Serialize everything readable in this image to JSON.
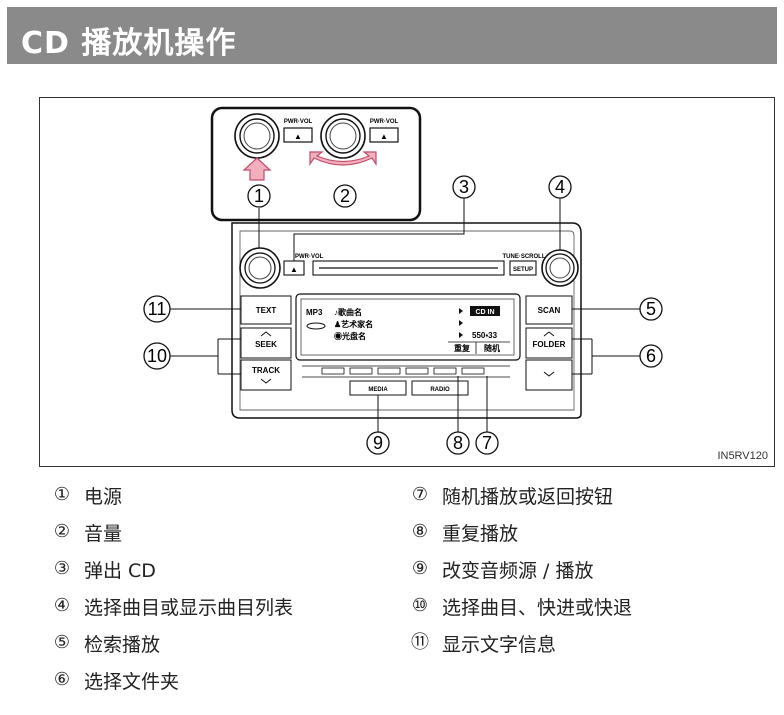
{
  "header": {
    "title": "CD 播放机操作"
  },
  "figure": {
    "id_label": "IN5RV120",
    "callouts": [
      "①",
      "②",
      "③",
      "④",
      "⑤",
      "⑥",
      "⑦",
      "⑧",
      "⑨",
      "⑩",
      "⑪"
    ],
    "inset": {
      "pwr_vol_label": "PWR·VOL",
      "eject_symbol": "▲"
    },
    "panel": {
      "pwr_vol_label": "PWR·VOL",
      "tune_scroll_label": "TUNE·SCROLL",
      "setup_button": "SETUP",
      "text_button": "TEXT",
      "seek_button": "SEEK",
      "track_button": "TRACK",
      "scan_button": "SCAN",
      "folder_button": "FOLDER",
      "media_button": "MEDIA",
      "radio_button": "RADIO",
      "screen": {
        "format": "MP3",
        "song": "♪歌曲名",
        "artist": "♟艺术家名",
        "album": "◉光盘名",
        "cd_in": "CD IN",
        "time": "550▪33",
        "repeat": "重复",
        "random": "随机"
      }
    }
  },
  "legend": [
    {
      "num": "①",
      "text": "电源"
    },
    {
      "num": "②",
      "text": "音量"
    },
    {
      "num": "③",
      "text": "弹出 CD"
    },
    {
      "num": "④",
      "text": "选择曲目或显示曲目列表"
    },
    {
      "num": "⑤",
      "text": "检索播放"
    },
    {
      "num": "⑥",
      "text": "选择文件夹"
    },
    {
      "num": "⑦",
      "text": "随机播放或返回按钮"
    },
    {
      "num": "⑧",
      "text": "重复播放"
    },
    {
      "num": "⑨",
      "text": "改变音频源 / 播放"
    },
    {
      "num": "⑩",
      "text": "选择曲目、快进或快退"
    },
    {
      "num": "⑪",
      "text": "显示文字信息"
    }
  ]
}
